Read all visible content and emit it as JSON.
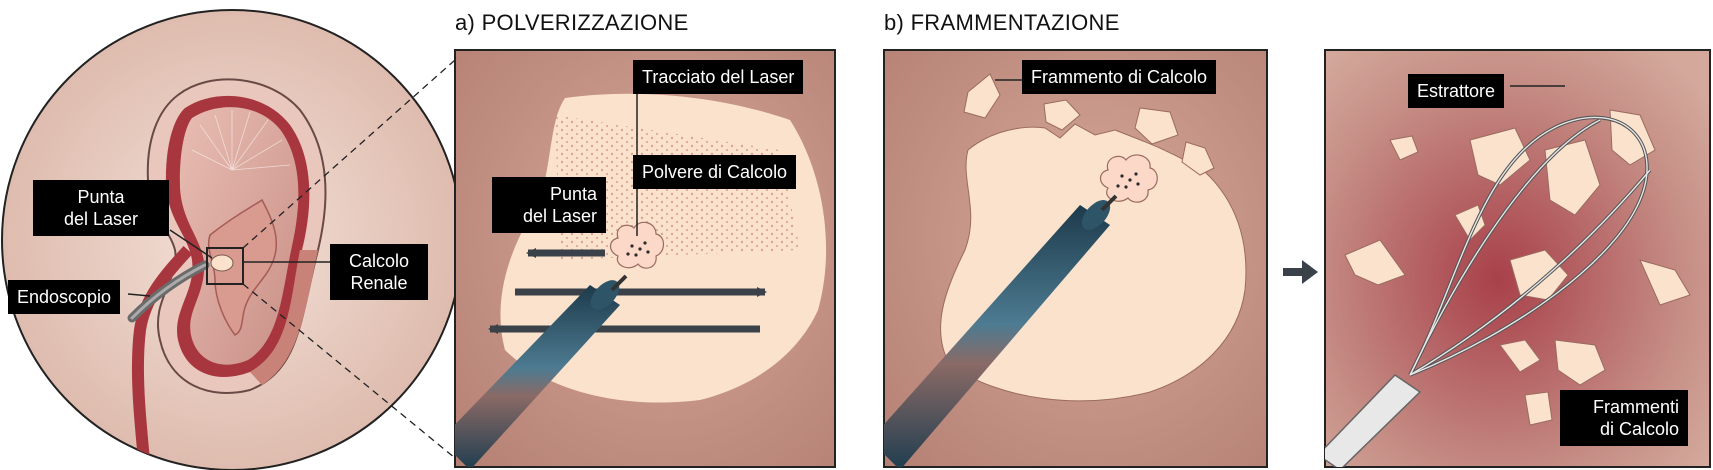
{
  "headings": {
    "pulverization": "a) POLVERIZZAZIONE",
    "fragmentation": "b) FRAMMENTAZIONE"
  },
  "labels": {
    "kidney_laser_tip": "Punta\ndel Laser",
    "endoscope": "Endoscopio",
    "kidney_stone": "Calcolo\nRenale",
    "laser_path": "Tracciato del Laser",
    "stone_dust": "Polvere di Calcolo",
    "panel_a_laser_tip": "Punta\ndel Laser",
    "stone_fragment": "Frammento di Calcolo",
    "extractor": "Estrattore",
    "stone_fragments": "Frammenti\ndi Calcolo"
  },
  "colors": {
    "panel_bg": "#c08f82",
    "stone": "#fbe2cc",
    "kidney_cortex": "#a8363f",
    "scope_body": "#2e5468",
    "arrow": "#3a4148"
  }
}
